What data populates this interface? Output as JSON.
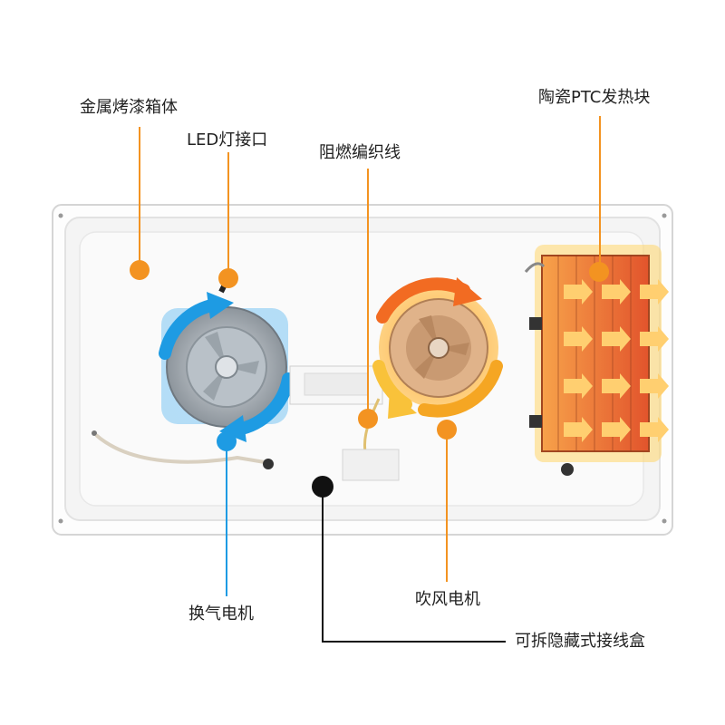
{
  "callouts": {
    "metal_box": "金属烤漆箱体",
    "led_port": "LED灯接口",
    "flame_wire": "阻燃编织线",
    "ptc_block": "陶瓷PTC发热块",
    "exchange_motor": "换气电机",
    "blower_motor": "吹风电机",
    "junction_box": "可拆隐藏式接线盒"
  },
  "colors": {
    "orange": "#f39321",
    "blue": "#1e9be3",
    "black": "#111111",
    "panel": "#f6f6f6"
  }
}
